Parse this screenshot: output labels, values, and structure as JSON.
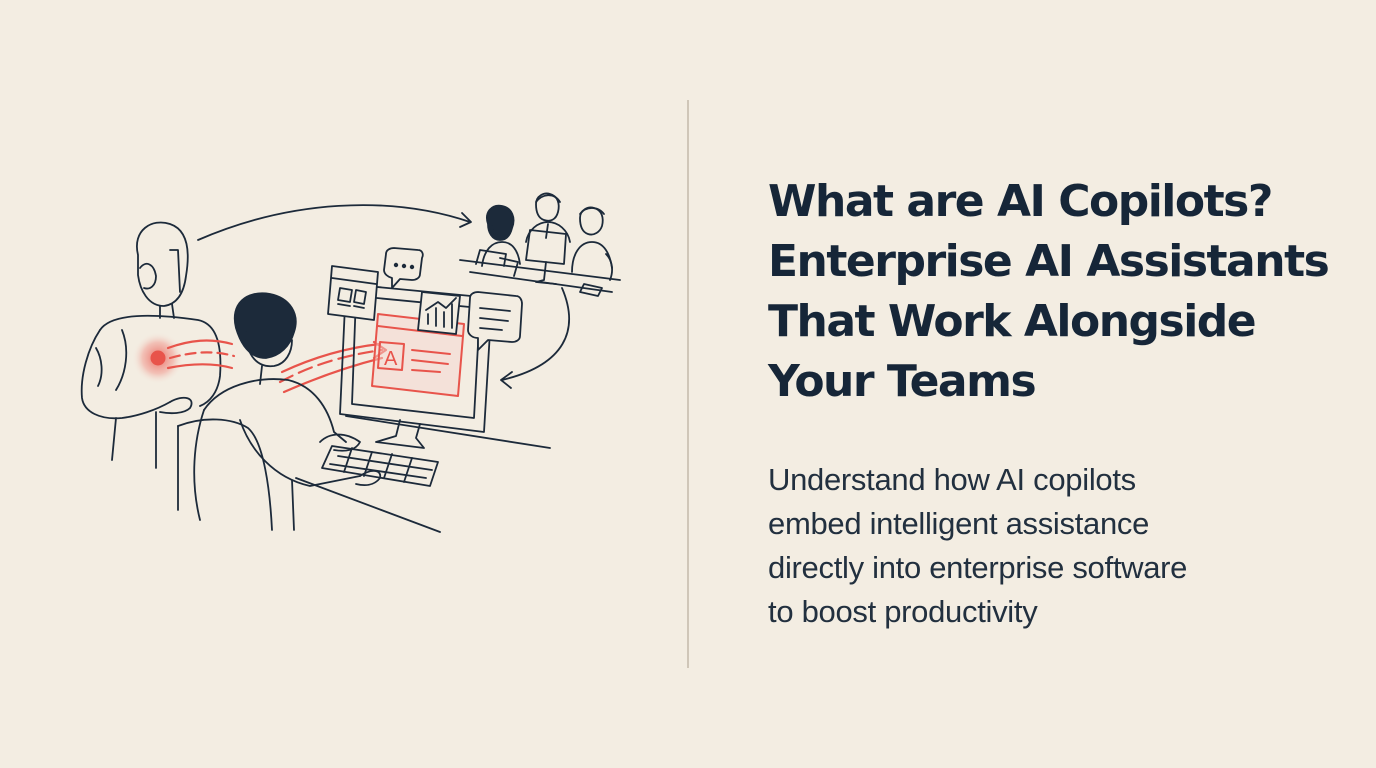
{
  "headline": {
    "lines": [
      "What are AI Copilots?",
      "Enterprise AI Assistants",
      "That Work Alongside",
      "Your Teams"
    ]
  },
  "subtitle": {
    "lines": [
      "Understand how AI copilots",
      "embed intelligent assistance",
      "directly into enterprise software",
      "to boost productivity"
    ]
  },
  "illustration": {
    "screen_letter": "A",
    "icons": [
      "robot-icon",
      "user-at-desk-icon",
      "team-meeting-icon",
      "chat-bubble-icon",
      "chart-icon",
      "dashboard-icon",
      "document-icon"
    ]
  },
  "colors": {
    "background": "#f3ede2",
    "ink": "#1c2a3a",
    "accent": "#e8544b",
    "divider": "#cfc6b8"
  }
}
